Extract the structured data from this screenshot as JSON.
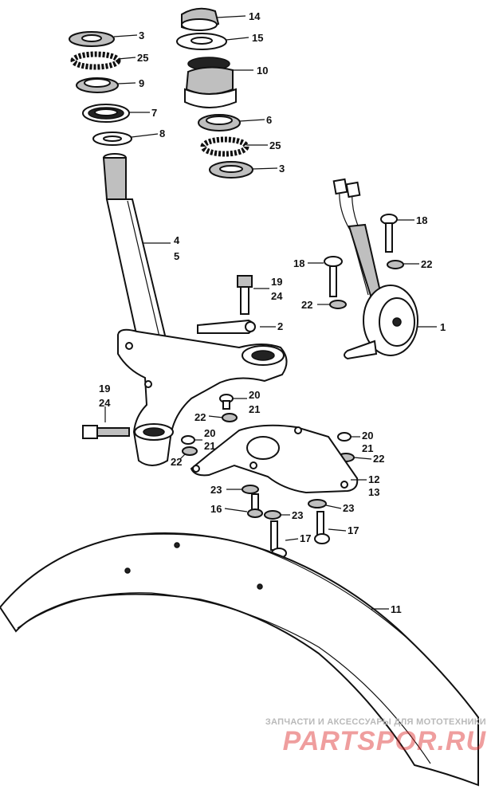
{
  "callouts": {
    "c14": "14",
    "c15": "15",
    "c3a": "3",
    "c25a": "25",
    "c10": "10",
    "c9": "9",
    "c7": "7",
    "c6": "6",
    "c8": "8",
    "c25b": "25",
    "c3b": "3",
    "c18a": "18",
    "c4": "4",
    "c5": "5",
    "c18b": "18",
    "c22a": "22",
    "c19a": "19",
    "c24a": "24",
    "c22b": "22",
    "c2": "2",
    "c1": "1",
    "c19b": "19",
    "c24b": "24",
    "c20a": "20",
    "c21a": "21",
    "c22c": "22",
    "c20b": "20",
    "c21b": "21",
    "c22d": "22",
    "c20c": "20",
    "c21c": "21",
    "c22e": "22",
    "c12": "12",
    "c13": "13",
    "c23a": "23",
    "c16": "16",
    "c23b": "23",
    "c23c": "23",
    "c17a": "17",
    "c17b": "17",
    "c11": "11"
  },
  "watermark": {
    "tagline": "ЗАПЧАСТИ И АКСЕССУАРЫ ДЛЯ МОТОТЕХНИКИ",
    "site": "PARTSPOR.RU"
  }
}
